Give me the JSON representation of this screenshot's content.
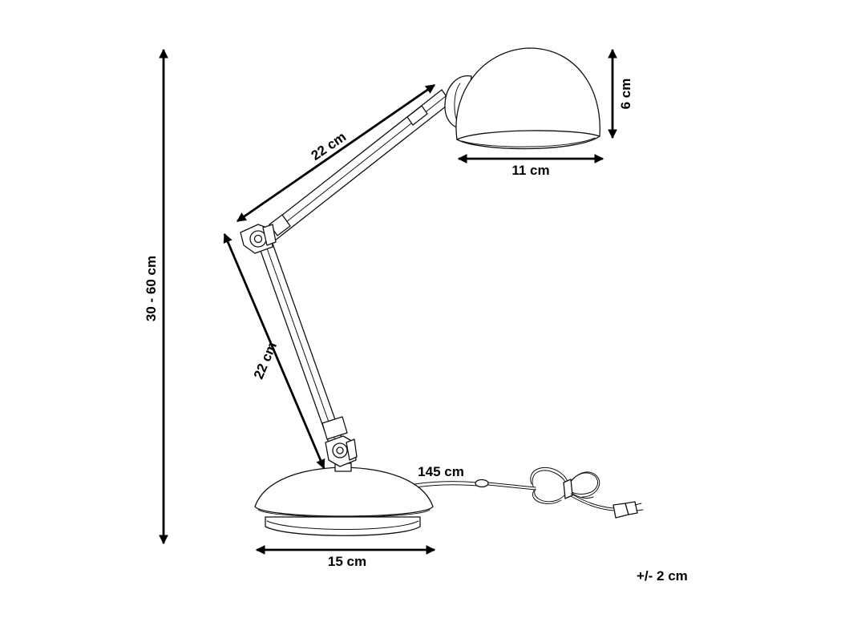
{
  "dimensions": {
    "height_range": "30 - 60 cm",
    "upper_arm": "22 cm",
    "lower_arm": "22 cm",
    "shade_height": "6 cm",
    "shade_width": "11 cm",
    "base_width": "15 cm",
    "cable_length": "145 cm",
    "tolerance": "+/- 2 cm"
  }
}
